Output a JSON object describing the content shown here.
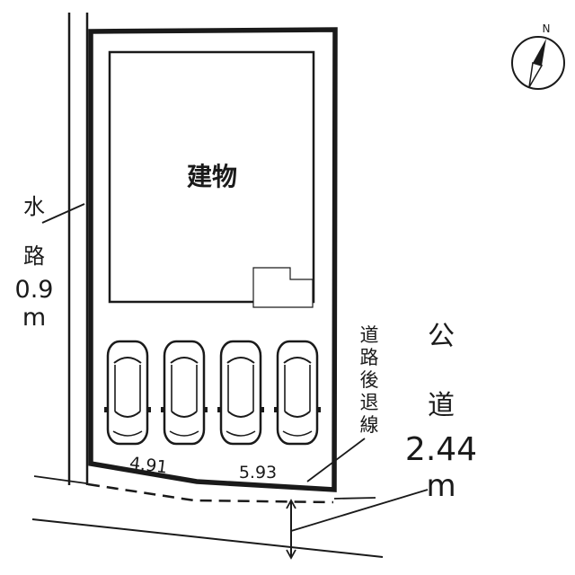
{
  "site": {
    "building_label": "建物",
    "waterway": {
      "chars": [
        "水",
        "路"
      ],
      "width_value": "0.9",
      "width_unit": "m"
    },
    "public_road": {
      "chars": [
        "公",
        "道"
      ],
      "width_value": "2.44",
      "width_unit": "m"
    },
    "setback_label_chars": [
      "道",
      "路",
      "後",
      "退",
      "線"
    ],
    "frontage_dimensions": [
      "4.91",
      "5.93"
    ],
    "parking_car_count": 4,
    "north_label": "N"
  },
  "colors": {
    "line": "#1a1a1a",
    "background": "#ffffff"
  }
}
